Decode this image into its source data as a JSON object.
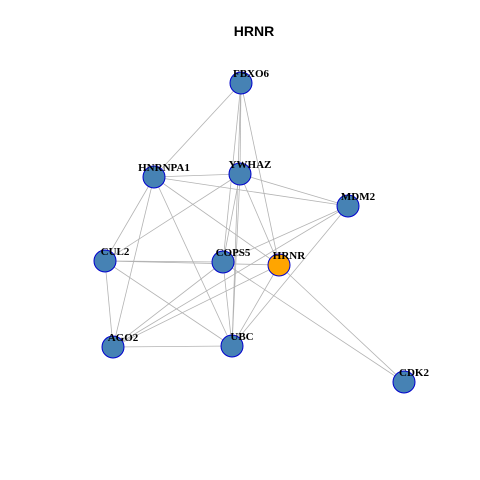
{
  "graph": {
    "title": "HRNR",
    "colors": {
      "edge": "#b3b3b3",
      "node_fill": "#4682b4",
      "node_stroke": "#0000cd",
      "query_fill": "#ffa500",
      "query_stroke": "#0000cd"
    },
    "nodes": [
      {
        "id": "FBXO6",
        "label": "FBXO6",
        "query": false
      },
      {
        "id": "HNRNPA1",
        "label": "HNRNPA1",
        "query": false
      },
      {
        "id": "YWHAZ",
        "label": "YWHAZ",
        "query": false
      },
      {
        "id": "MDM2",
        "label": "MDM2",
        "query": false
      },
      {
        "id": "CUL2",
        "label": "CUL2",
        "query": false
      },
      {
        "id": "COPS5",
        "label": "COPS5",
        "query": false
      },
      {
        "id": "HRNR",
        "label": "HRNR",
        "query": true
      },
      {
        "id": "AGO2",
        "label": "AGO2",
        "query": false
      },
      {
        "id": "UBC",
        "label": "UBC",
        "query": false
      },
      {
        "id": "CDK2",
        "label": "CDK2",
        "query": false
      }
    ],
    "edges": [
      [
        "FBXO6",
        "HNRNPA1"
      ],
      [
        "FBXO6",
        "YWHAZ"
      ],
      [
        "FBXO6",
        "COPS5"
      ],
      [
        "FBXO6",
        "HRNR"
      ],
      [
        "FBXO6",
        "UBC"
      ],
      [
        "HNRNPA1",
        "YWHAZ"
      ],
      [
        "HNRNPA1",
        "MDM2"
      ],
      [
        "HNRNPA1",
        "CUL2"
      ],
      [
        "HNRNPA1",
        "HRNR"
      ],
      [
        "HNRNPA1",
        "AGO2"
      ],
      [
        "HNRNPA1",
        "UBC"
      ],
      [
        "YWHAZ",
        "MDM2"
      ],
      [
        "YWHAZ",
        "CUL2"
      ],
      [
        "YWHAZ",
        "COPS5"
      ],
      [
        "YWHAZ",
        "HRNR"
      ],
      [
        "YWHAZ",
        "UBC"
      ],
      [
        "MDM2",
        "COPS5"
      ],
      [
        "MDM2",
        "UBC"
      ],
      [
        "MDM2",
        "AGO2"
      ],
      [
        "CUL2",
        "COPS5"
      ],
      [
        "CUL2",
        "HRNR"
      ],
      [
        "CUL2",
        "AGO2"
      ],
      [
        "CUL2",
        "UBC"
      ],
      [
        "COPS5",
        "AGO2"
      ],
      [
        "COPS5",
        "UBC"
      ],
      [
        "COPS5",
        "CDK2"
      ],
      [
        "HRNR",
        "UBC"
      ],
      [
        "HRNR",
        "CDK2"
      ],
      [
        "AGO2",
        "UBC"
      ],
      [
        "AGO2",
        "HRNR"
      ]
    ]
  }
}
